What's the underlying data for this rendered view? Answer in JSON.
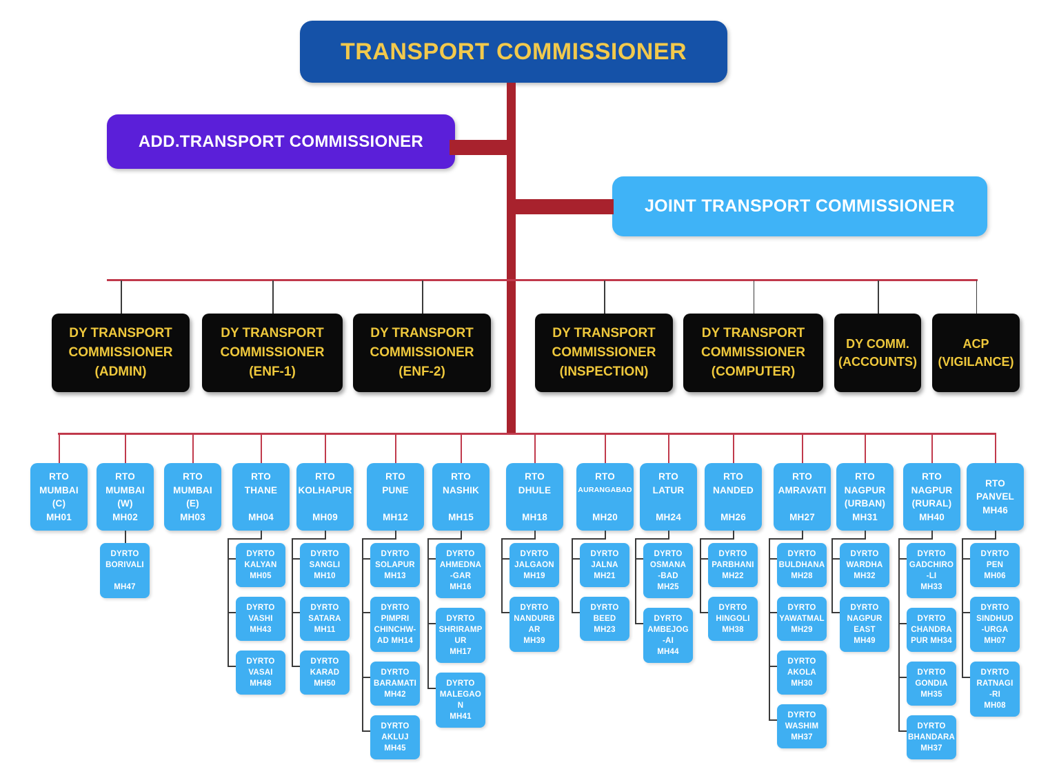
{
  "colors": {
    "top_box_bg": "#1552A8",
    "top_box_text": "#F2C94C",
    "add_box_bg": "#5B1FD9",
    "joint_box_bg": "#3FB3F7",
    "dy_box_bg": "#0a0a0a",
    "dy_box_text": "#EFC83C",
    "rto_box_bg": "#3FAFF2",
    "rto_box_text": "#ffffff",
    "trunk_red": "#A8222D",
    "thin_red": "#C0394B",
    "thin_dark": "#3a3a3a"
  },
  "header": {
    "title": "TRANSPORT COMMISSIONER"
  },
  "add_commissioner": {
    "label": "ADD.TRANSPORT COMMISSIONER"
  },
  "joint_commissioner": {
    "label": "JOINT TRANSPORT COMMISSIONER"
  },
  "dy_offices": [
    {
      "lines": [
        "DY TRANSPORT",
        "COMMISSIONER",
        "(ADMIN)"
      ]
    },
    {
      "lines": [
        "DY TRANSPORT",
        "COMMISSIONER",
        "(ENF-1)"
      ]
    },
    {
      "lines": [
        "DY TRANSPORT",
        "COMMISSIONER",
        "(ENF-2)"
      ]
    },
    {
      "lines": [
        "DY TRANSPORT",
        "COMMISSIONER",
        "(INSPECTION)"
      ]
    },
    {
      "lines": [
        "DY TRANSPORT",
        "COMMISSIONER",
        "(COMPUTER)"
      ]
    },
    {
      "lines": [
        "DY COMM.",
        "(ACCOUNTS)"
      ],
      "small_last": true
    },
    {
      "lines": [
        "ACP",
        "(VIGILANCE)"
      ],
      "small_last": true
    }
  ],
  "rto_groups": [
    {
      "office": {
        "lines": [
          "RTO",
          "MUMBAI",
          "(C)",
          "MH01"
        ]
      },
      "children": []
    },
    {
      "office": {
        "lines": [
          "RTO",
          "MUMBAI",
          "(W)",
          "MH02"
        ]
      },
      "children": [
        {
          "lines": [
            "DYRTO",
            "BORIVALI",
            "",
            "MH47"
          ]
        }
      ]
    },
    {
      "office": {
        "lines": [
          "RTO",
          "MUMBAI",
          "(E)",
          "MH03"
        ]
      },
      "children": []
    },
    {
      "office": {
        "lines": [
          "RTO",
          "THANE",
          "",
          "MH04"
        ]
      },
      "children": [
        {
          "lines": [
            "DYRTO",
            "KALYAN",
            "MH05"
          ]
        },
        {
          "lines": [
            "DYRTO",
            "VASHI",
            "MH43"
          ]
        },
        {
          "lines": [
            "DYRTO",
            "VASAI",
            "MH48"
          ]
        }
      ]
    },
    {
      "office": {
        "lines": [
          "RTO",
          "KOLHAPUR",
          "",
          "MH09"
        ]
      },
      "children": [
        {
          "lines": [
            "DYRTO",
            "SANGLI",
            "MH10"
          ]
        },
        {
          "lines": [
            "DYRTO",
            "SATARA",
            "MH11"
          ]
        },
        {
          "lines": [
            "DYRTO",
            "KARAD",
            "MH50"
          ]
        }
      ]
    },
    {
      "office": {
        "lines": [
          "RTO",
          "PUNE",
          "",
          "MH12"
        ]
      },
      "children": [
        {
          "lines": [
            "DYRTO",
            "SOLAPUR",
            "MH13"
          ]
        },
        {
          "lines": [
            "DYRTO",
            "PIMPRI",
            "CHINCHW-",
            "AD MH14"
          ]
        },
        {
          "lines": [
            "DYRTO",
            "BARAMATI",
            "MH42"
          ]
        },
        {
          "lines": [
            "DYRTO",
            "AKLUJ",
            "MH45"
          ]
        }
      ]
    },
    {
      "office": {
        "lines": [
          "RTO",
          "NASHIK",
          "",
          "MH15"
        ]
      },
      "children": [
        {
          "lines": [
            "DYRTO",
            "AHMEDNA",
            "-GAR",
            "MH16"
          ]
        },
        {
          "lines": [
            "DYRTO",
            "SHRIRAMP",
            "UR",
            "MH17"
          ]
        },
        {
          "lines": [
            "DYRTO",
            "MALEGAO",
            "N",
            "MH41"
          ]
        }
      ]
    },
    {
      "office": {
        "lines": [
          "RTO",
          "DHULE",
          "",
          "MH18"
        ]
      },
      "children": [
        {
          "lines": [
            "DYRTO",
            "JALGAON",
            "MH19"
          ]
        },
        {
          "lines": [
            "DYRTO",
            "NANDURB",
            "AR",
            "MH39"
          ]
        }
      ]
    },
    {
      "office": {
        "lines": [
          "RTO",
          "AURANGABAD",
          "",
          "MH20"
        ]
      },
      "children": [
        {
          "lines": [
            "DYRTO",
            "JALNA",
            "MH21"
          ]
        },
        {
          "lines": [
            "DYRTO",
            "BEED",
            "MH23"
          ]
        }
      ]
    },
    {
      "office": {
        "lines": [
          "RTO",
          "LATUR",
          "",
          "MH24"
        ]
      },
      "children": [
        {
          "lines": [
            "DYRTO",
            "OSMANA",
            "-BAD",
            "MH25"
          ]
        },
        {
          "lines": [
            "DYRTO",
            "AMBEJOG",
            "-AI",
            "MH44"
          ]
        }
      ]
    },
    {
      "office": {
        "lines": [
          "RTO",
          "NANDED",
          "",
          "MH26"
        ]
      },
      "children": [
        {
          "lines": [
            "DYRTO",
            "PARBHANI",
            "MH22"
          ]
        },
        {
          "lines": [
            "DYRTO",
            "HINGOLI",
            "MH38"
          ]
        }
      ]
    },
    {
      "office": {
        "lines": [
          "RTO",
          "AMRAVATI",
          "",
          "MH27"
        ]
      },
      "children": [
        {
          "lines": [
            "DYRTO",
            "BULDHANA",
            "MH28"
          ]
        },
        {
          "lines": [
            "DYRTO",
            "YAWATMAL",
            "MH29"
          ]
        },
        {
          "lines": [
            "DYRTO",
            "AKOLA",
            "MH30"
          ]
        },
        {
          "lines": [
            "DYRTO",
            "WASHIM",
            "MH37"
          ]
        }
      ]
    },
    {
      "office": {
        "lines": [
          "RTO",
          "NAGPUR",
          "(URBAN)",
          "MH31"
        ]
      },
      "children": [
        {
          "lines": [
            "DYRTO",
            "WARDHA",
            "MH32"
          ]
        },
        {
          "lines": [
            "DYRTO",
            "NAGPUR",
            "EAST",
            "MH49"
          ]
        }
      ]
    },
    {
      "office": {
        "lines": [
          "RTO",
          "NAGPUR",
          "(RURAL)",
          "MH40"
        ]
      },
      "children": [
        {
          "lines": [
            "DYRTO",
            "GADCHIRO",
            "-LI",
            "MH33"
          ]
        },
        {
          "lines": [
            "DYRTO",
            "CHANDRA",
            "PUR MH34"
          ]
        },
        {
          "lines": [
            "DYRTO",
            "GONDIA",
            "MH35"
          ]
        },
        {
          "lines": [
            "DYRTO",
            "BHANDARA",
            "MH37"
          ]
        }
      ]
    },
    {
      "office": {
        "lines": [
          "RTO",
          "PANVEL",
          "MH46"
        ]
      },
      "children": [
        {
          "lines": [
            "DYRTO",
            "PEN",
            "MH06"
          ]
        },
        {
          "lines": [
            "DYRTO",
            "SINDHUD",
            "-URGA",
            "MH07"
          ]
        },
        {
          "lines": [
            "DYRTO",
            "RATNAGI",
            "-RI",
            "MH08"
          ]
        }
      ]
    }
  ]
}
